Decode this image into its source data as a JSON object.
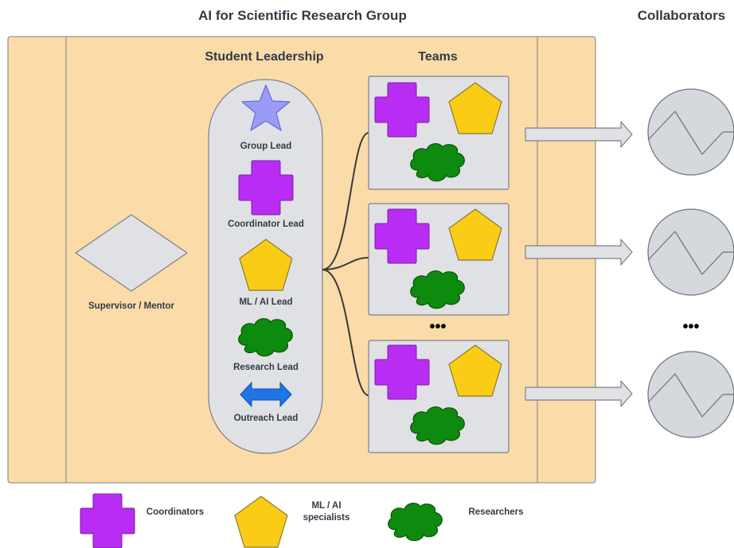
{
  "title": "AI for Scientific Research Group",
  "collaborators_title": "Collaborators",
  "sections": {
    "leadership": "Student Leadership",
    "teams": "Teams"
  },
  "supervisor": {
    "label": "Supervisor / Mentor",
    "shape": "diamond"
  },
  "leads": [
    {
      "label": "Group Lead",
      "icon": "star-icon"
    },
    {
      "label": "Coordinator Lead",
      "icon": "cross-icon"
    },
    {
      "label": "ML / AI Lead",
      "icon": "pentagon-icon"
    },
    {
      "label": "Research Lead",
      "icon": "cloud-icon"
    },
    {
      "label": "Outreach Lead",
      "icon": "double-arrow-icon"
    }
  ],
  "teams": [
    {
      "members": [
        "cross-icon",
        "pentagon-icon",
        "cloud-icon"
      ]
    },
    {
      "members": [
        "cross-icon",
        "pentagon-icon",
        "cloud-icon"
      ]
    },
    {
      "members": [
        "cross-icon",
        "pentagon-icon",
        "cloud-icon"
      ]
    }
  ],
  "ellipsis": "•••",
  "legend": [
    {
      "label": "Coordinators",
      "icon": "cross-icon"
    },
    {
      "label_line1": "ML / AI",
      "label_line2": "specialists",
      "icon": "pentagon-icon"
    },
    {
      "label": "Researchers",
      "icon": "cloud-icon"
    }
  ],
  "colors": {
    "group_bg": "#fbdba8",
    "panel_bg": "#e0e2e6",
    "border": "#7b7f87",
    "text": "#333a45",
    "star": "#9b9bf7",
    "cross": "#b92cf3",
    "pentagon": "#facc15",
    "cloud": "#0e8a0e",
    "arrow": "#1f74e6",
    "connector": "#3a3a3a"
  }
}
